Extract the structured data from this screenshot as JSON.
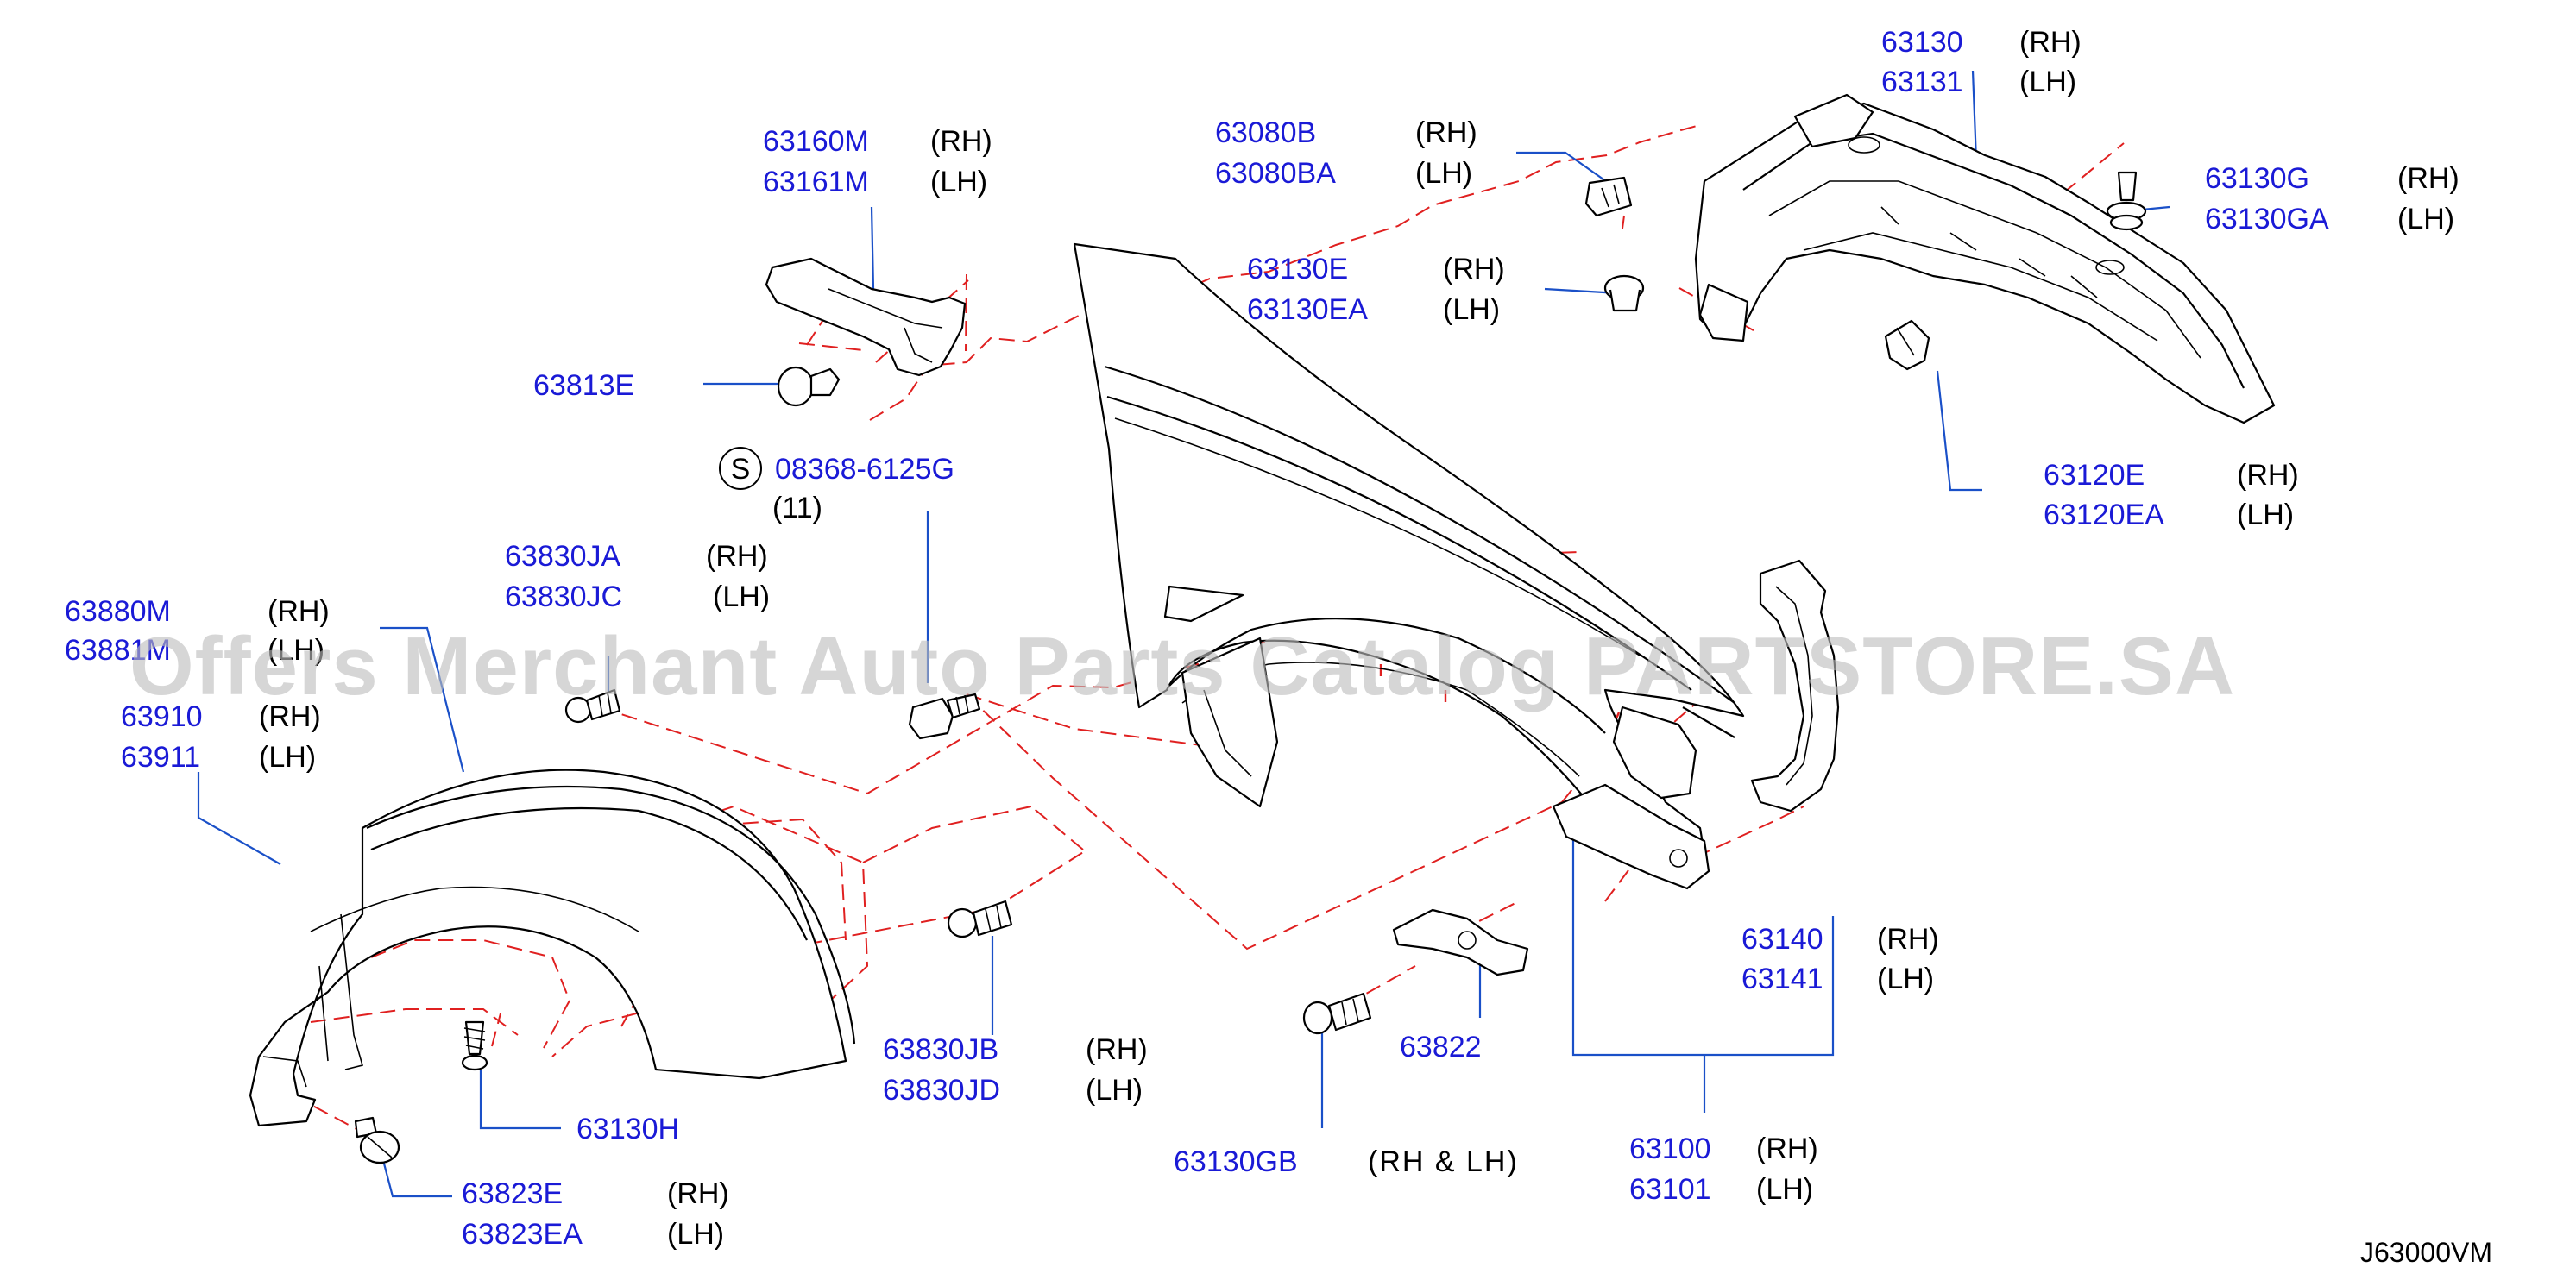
{
  "callouts": {
    "c63130": {
      "parts": [
        "63130",
        "63131"
      ],
      "sides": [
        "(RH)",
        "(LH)"
      ]
    },
    "c63080B": {
      "parts": [
        "63080B",
        "63080BA"
      ],
      "sides": [
        "(RH)",
        "(LH)"
      ]
    },
    "c63160M": {
      "parts": [
        "63160M",
        "63161M"
      ],
      "sides": [
        "(RH)",
        "(LH)"
      ]
    },
    "c63130E": {
      "parts": [
        "63130E",
        "63130EA"
      ],
      "sides": [
        "(RH)",
        "(LH)"
      ]
    },
    "c63130G": {
      "parts": [
        "63130G",
        "63130GA"
      ],
      "sides": [
        "(RH)",
        "(LH)"
      ]
    },
    "c63813E": {
      "parts": [
        "63813E"
      ]
    },
    "c08368": {
      "symbol": "S",
      "part": "08368-6125G",
      "qty": "(11)"
    },
    "c63120E": {
      "parts": [
        "63120E",
        "63120EA"
      ],
      "sides": [
        "(RH)",
        "(LH)"
      ]
    },
    "c63830JA": {
      "parts": [
        "63830JA",
        "63830JC"
      ],
      "sides": [
        "(RH)",
        "(LH)"
      ]
    },
    "c63880M": {
      "parts": [
        "63880M",
        "63881M"
      ],
      "sides": [
        "(RH)",
        "(LH)"
      ]
    },
    "c63910": {
      "parts": [
        "63910",
        "63911"
      ],
      "sides": [
        "(RH)",
        "(LH)"
      ]
    },
    "c63140": {
      "parts": [
        "63140",
        "63141"
      ],
      "sides": [
        "(RH)",
        "(LH)"
      ]
    },
    "c63830JB": {
      "parts": [
        "63830JB",
        "63830JD"
      ],
      "sides": [
        "(RH)",
        "(LH)"
      ]
    },
    "c63822": {
      "parts": [
        "63822"
      ]
    },
    "c63130H": {
      "parts": [
        "63130H"
      ]
    },
    "c63130GB": {
      "parts": [
        "63130GB"
      ],
      "sides": [
        "(RH & LH)"
      ]
    },
    "c63100": {
      "parts": [
        "63100",
        "63101"
      ],
      "sides": [
        "(RH)",
        "(LH)"
      ]
    },
    "c63823E": {
      "parts": [
        "63823E",
        "63823EA"
      ],
      "sides": [
        "(RH)",
        "(LH)"
      ]
    }
  },
  "drawing_code": "J63000VM",
  "watermark": "Offers Merchant Auto Parts Catalog PARTSTORE.SA",
  "colors": {
    "part_number": "#1a1ad6",
    "leader": "#1a50c8",
    "dashed_guide": "#e02020",
    "outline": "#000000",
    "watermark": "#bdbdbd"
  }
}
